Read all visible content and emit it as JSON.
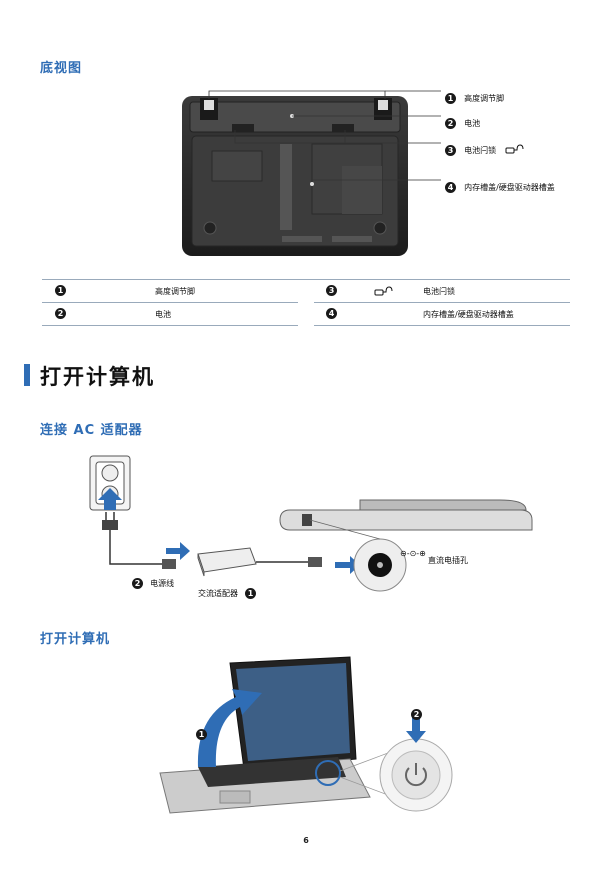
{
  "bottom_view": {
    "title": "底视图",
    "callouts": [
      {
        "num": "1",
        "label": "高度调节脚"
      },
      {
        "num": "2",
        "label": "电池"
      },
      {
        "num": "3",
        "label": "电池闩锁"
      },
      {
        "num": "4",
        "label": "内存槽盖/硬盘驱动器槽盖"
      }
    ],
    "table": {
      "left": [
        {
          "num": "1",
          "label": "高度调节脚"
        },
        {
          "num": "2",
          "label": "电池"
        }
      ],
      "right": [
        {
          "num": "3",
          "label": "电池闩锁"
        },
        {
          "num": "4",
          "label": "内存槽盖/硬盘驱动器槽盖"
        }
      ]
    }
  },
  "section": {
    "title": "打开计算机"
  },
  "adapter": {
    "title": "连接 AC 适配器",
    "power_cord": {
      "num": "2",
      "label": "电源线"
    },
    "adapter_label": {
      "num": "1",
      "label": "交流适配器"
    },
    "dc_jack_label": "直流电插孔"
  },
  "power_on": {
    "title": "打开计算机",
    "step1": "1",
    "step2": "2"
  },
  "page_number": "6",
  "colors": {
    "accent": "#2f6db5",
    "arrow": "#2f6db5"
  }
}
